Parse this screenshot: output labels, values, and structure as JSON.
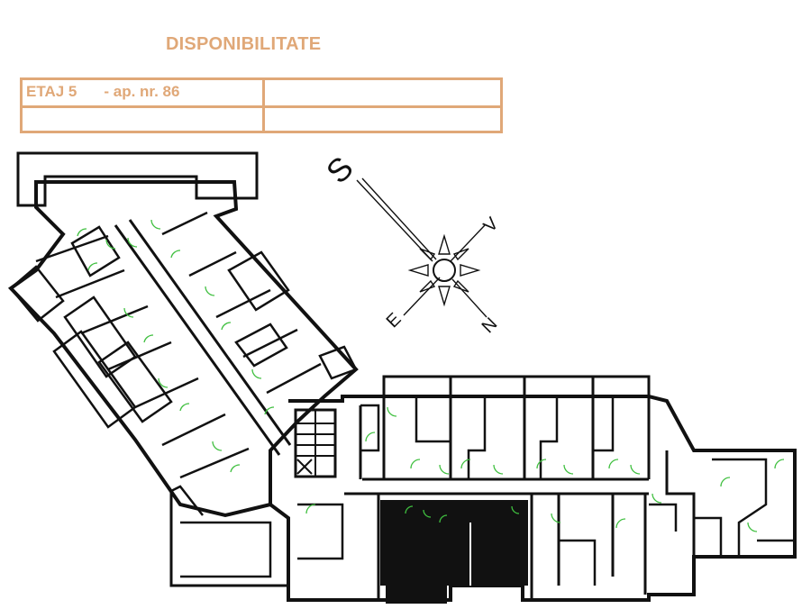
{
  "header": {
    "title": "DISPONIBILITATE"
  },
  "info_table": {
    "floor_label": "ETAJ 5",
    "apartment_label": "- ap. nr. 86"
  },
  "compass": {
    "north": "N",
    "south": "S",
    "east": "E",
    "west": "V"
  },
  "colors": {
    "accent": "#e0a878",
    "walls": "#111111",
    "doors": "#3fbf3f"
  }
}
